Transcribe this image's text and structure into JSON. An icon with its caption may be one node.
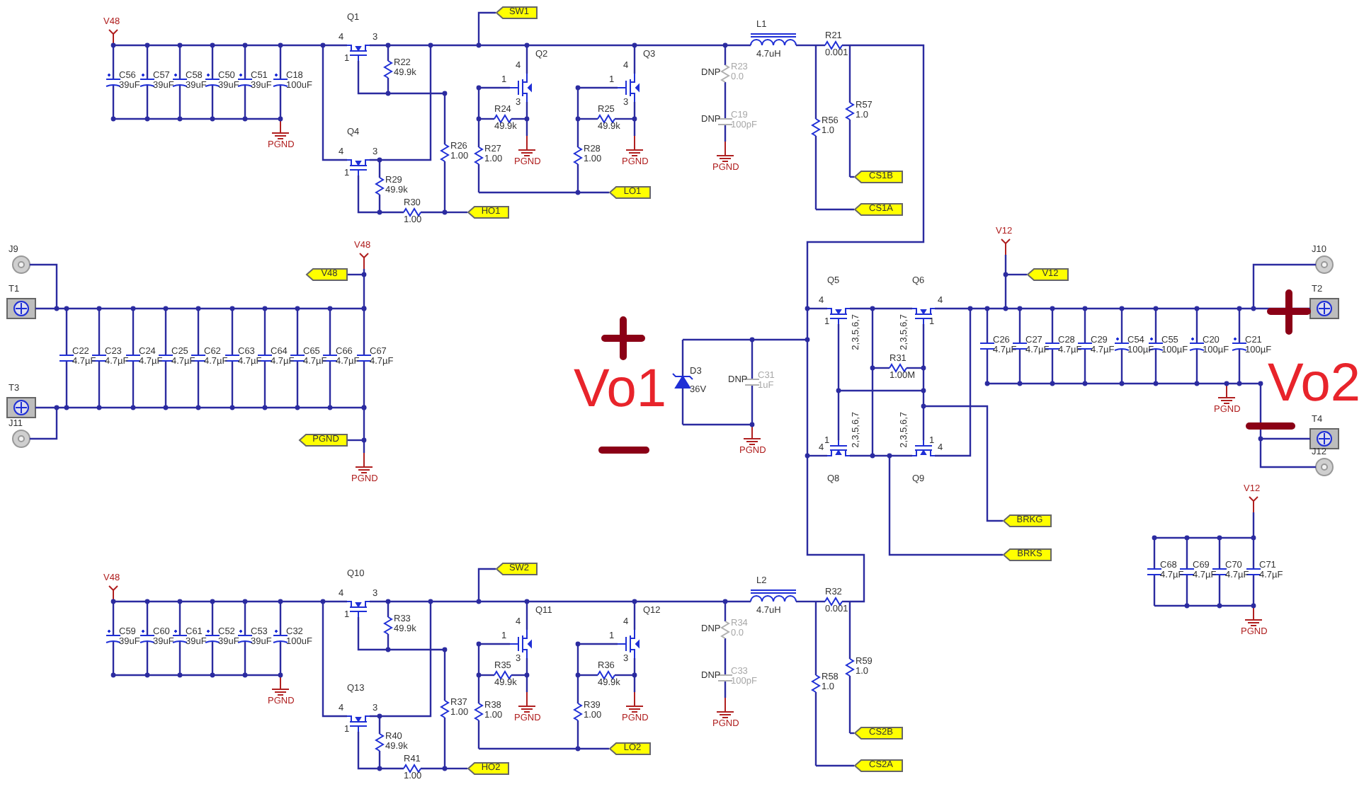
{
  "diagram": {
    "labels": [
      "V48",
      "C56",
      "39uF",
      "C57",
      "39uF",
      "C58",
      "39uF",
      "C50",
      "39uF",
      "C51",
      "39uF",
      "C18",
      "100uF",
      "PGND",
      "Q1",
      "4",
      "3",
      "1",
      "R22",
      "49.9k",
      "Q4",
      "4",
      "3",
      "1",
      "R26",
      "1.00",
      "R29",
      "49.9k",
      "R30",
      "1.00",
      "Q2",
      "4",
      "1",
      "3",
      "R24",
      "49.9k",
      "PGND",
      "R27",
      "1.00",
      "Q3",
      "4",
      "1",
      "3",
      "R25",
      "49.9k",
      "PGND",
      "R28",
      "1.00",
      "DNP",
      "R23",
      "0.0",
      "DNP",
      "C19",
      "100pF",
      "PGND",
      "L1",
      "4.7uH",
      "R21",
      "0.001",
      "R56",
      "1.0",
      "R57",
      "1.0",
      "SW1",
      "HO1",
      "LO1",
      "CS1B",
      "CS1A",
      "J9",
      "V48",
      "T1",
      "C22",
      "4.7µF",
      "C23",
      "4.7µF",
      "C24",
      "4.7µF",
      "C25",
      "4.7µF",
      "C62",
      "4.7µF",
      "C63",
      "4.7µF",
      "C64",
      "4.7µF",
      "C65",
      "4.7µF",
      "C66",
      "4.7µF",
      "C67",
      "4.7µF",
      "T3",
      "J11",
      "PGND",
      "Vo1",
      "D3",
      "36V",
      "DNP",
      "C31",
      "1uF",
      "PGND",
      "Q5",
      "4",
      "2,3,5,6,7",
      "1",
      "Q6",
      "4",
      "2,3,5,6,7",
      "1",
      "R31",
      "1.00M",
      "Q8",
      "4",
      "2,3,5,6,7",
      "1",
      "Q9",
      "4",
      "2,3,5,6,7",
      "1",
      "V12",
      "J10",
      "T2",
      "C26",
      "4.7µF",
      "C27",
      "4.7µF",
      "C28",
      "4.7µF",
      "C29",
      "4.7µF",
      "C54",
      "100µF",
      "C55",
      "100µF",
      "C20",
      "100µF",
      "C21",
      "100µF",
      "PGND",
      "Vo2",
      "T4",
      "J12",
      "V12",
      "C68",
      "4.7µF",
      "C69",
      "4.7µF",
      "C70",
      "4.7µF",
      "C71",
      "4.7µF",
      "PGND",
      "V48",
      "PGND",
      "V12",
      "BRKG",
      "BRKS",
      "V48",
      "C59",
      "39uF",
      "C60",
      "39uF",
      "C61",
      "39uF",
      "C52",
      "39uF",
      "C53",
      "39uF",
      "C32",
      "100uF",
      "PGND",
      "Q10",
      "4",
      "3",
      "1",
      "R33",
      "49.9k",
      "Q13",
      "4",
      "3",
      "1",
      "R37",
      "1.00",
      "R40",
      "49.9k",
      "R41",
      "1.00",
      "Q11",
      "4",
      "1",
      "3",
      "R35",
      "49.9k",
      "PGND",
      "R38",
      "1.00",
      "Q12",
      "4",
      "1",
      "3",
      "R36",
      "49.9k",
      "PGND",
      "R39",
      "1.00",
      "DNP",
      "R34",
      "0.0",
      "DNP",
      "C33",
      "100pF",
      "PGND",
      "L2",
      "4.7uH",
      "R32",
      "0.001",
      "R58",
      "1.0",
      "R59",
      "1.0",
      "SW2",
      "HO2",
      "LO2",
      "CS2B",
      "CS2A"
    ]
  }
}
